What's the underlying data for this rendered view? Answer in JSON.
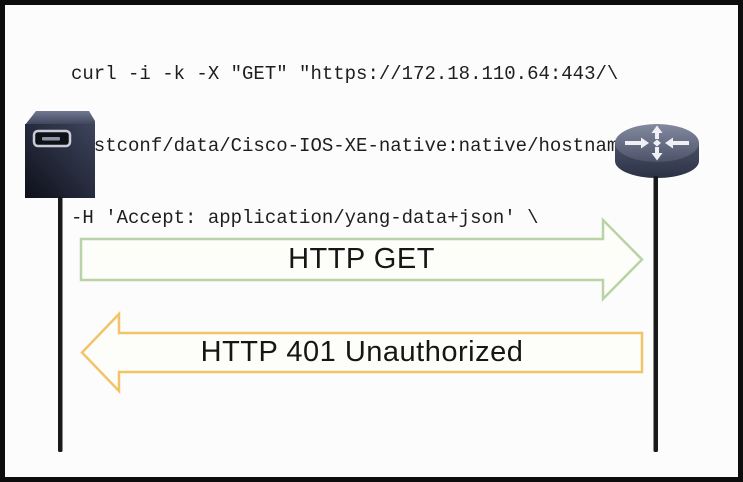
{
  "terminal": {
    "lines": [
      "curl -i -k -X \"GET\" \"https://172.18.110.64:443/\\",
      "restconf/data/Cisco-IOS-XE-native:native/hostname\" \\",
      "-H 'Accept: application/yang-data+json' \\"
    ]
  },
  "sequence": {
    "left_node": {
      "icon": "server-icon"
    },
    "right_node": {
      "icon": "router-icon"
    },
    "messages": [
      {
        "label": "HTTP GET",
        "direction": "right",
        "outline_color": "#b9d3a6"
      },
      {
        "label": "HTTP 401 Unauthorized",
        "direction": "left",
        "outline_color": "#f1c469"
      }
    ]
  },
  "colors": {
    "frame_border": "#0d0d0d",
    "background": "#fcfcfc",
    "request_arrow_outline": "#b9d3a6",
    "response_arrow_outline": "#f1c469",
    "arrow_fill": "#fdfdfa",
    "lifeline": "#1a1a1a",
    "code_text": "#1e1e1e",
    "label_text": "#161616"
  }
}
